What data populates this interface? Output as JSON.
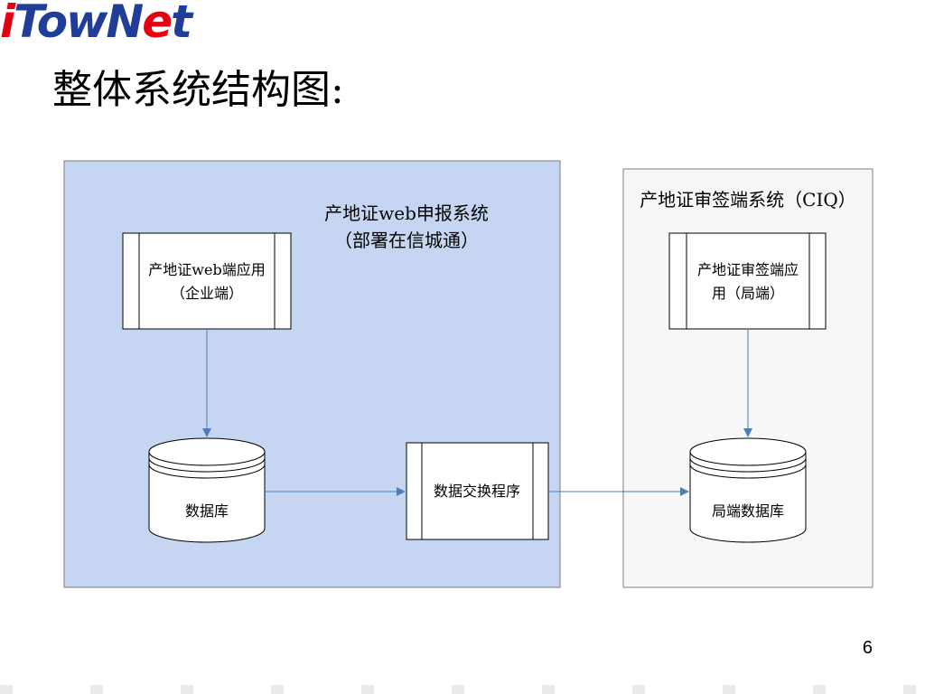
{
  "logo": {
    "text_i": "i",
    "text_mid": "TowN",
    "text_e": "e",
    "text_t": "t"
  },
  "page": {
    "title": "整体系统结构图:",
    "number": "6"
  },
  "colors": {
    "left_panel_fill": "#c6d5f1",
    "right_panel_fill": "#f7f7f7",
    "connector": "#4a7ebb",
    "logo_red": "#e60012",
    "logo_blue": "#1f3d99"
  },
  "diagram": {
    "left_system": {
      "title_line1": "产地证web申报系统",
      "title_line2": "（部署在信城通）"
    },
    "right_system": {
      "title": "产地证审签端系统（CIQ）"
    },
    "nodes": {
      "web_app": {
        "line1": "产地证web端应用",
        "line2": "（企业端）"
      },
      "database": {
        "label": "数据库"
      },
      "exchange": {
        "label": "数据交换程序"
      },
      "sign_app": {
        "line1": "产地证审签端应",
        "line2": "用（局端）"
      },
      "local_db": {
        "label": "局端数据库"
      }
    },
    "edges": [
      {
        "from": "web_app",
        "to": "database"
      },
      {
        "from": "database",
        "to": "exchange"
      },
      {
        "from": "exchange",
        "to": "local_db"
      },
      {
        "from": "sign_app",
        "to": "local_db"
      }
    ]
  }
}
